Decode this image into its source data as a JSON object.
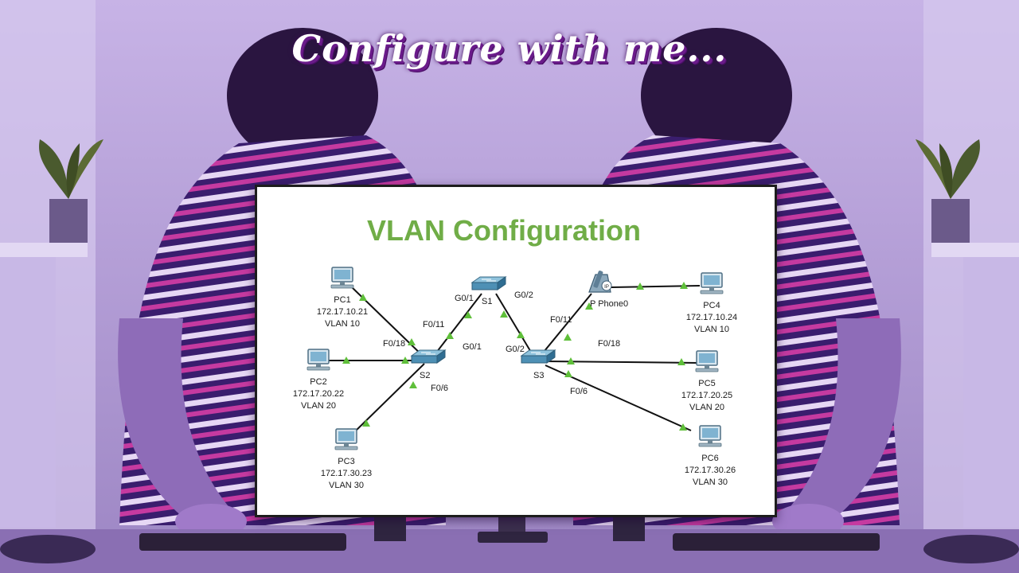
{
  "overlay_title": "Configure with me...",
  "diagram_title": "VLAN Configuration",
  "colors": {
    "title_green": "#70ad47",
    "link_indicator": "#5fbf3a",
    "accent_purple": "#6a1b8a"
  },
  "devices": {
    "pc1": {
      "name": "PC1",
      "ip": "172.17.10.21",
      "vlan": "VLAN 10"
    },
    "pc2": {
      "name": "PC2",
      "ip": "172.17.20.22",
      "vlan": "VLAN 20"
    },
    "pc3": {
      "name": "PC3",
      "ip": "172.17.30.23",
      "vlan": "VLAN 30"
    },
    "pc4": {
      "name": "PC4",
      "ip": "172.17.10.24",
      "vlan": "VLAN 10"
    },
    "pc5": {
      "name": "PC5",
      "ip": "172.17.20.25",
      "vlan": "VLAN 20"
    },
    "pc6": {
      "name": "PC6",
      "ip": "172.17.30.26",
      "vlan": "VLAN 30"
    },
    "s1": {
      "name": "S1"
    },
    "s2": {
      "name": "S2"
    },
    "s3": {
      "name": "S3"
    },
    "phone": {
      "name": "P Phone0",
      "badge": "IP"
    }
  },
  "ports": {
    "s1_g01": "G0/1",
    "s1_g02": "G0/2",
    "s2_g01": "G0/1",
    "s2_f011": "F0/11",
    "s2_f018": "F0/18",
    "s2_f06": "F0/6",
    "s3_g02": "G0/2",
    "s3_f011": "F0/11",
    "s3_f018": "F0/18",
    "s3_f06": "F0/6"
  }
}
